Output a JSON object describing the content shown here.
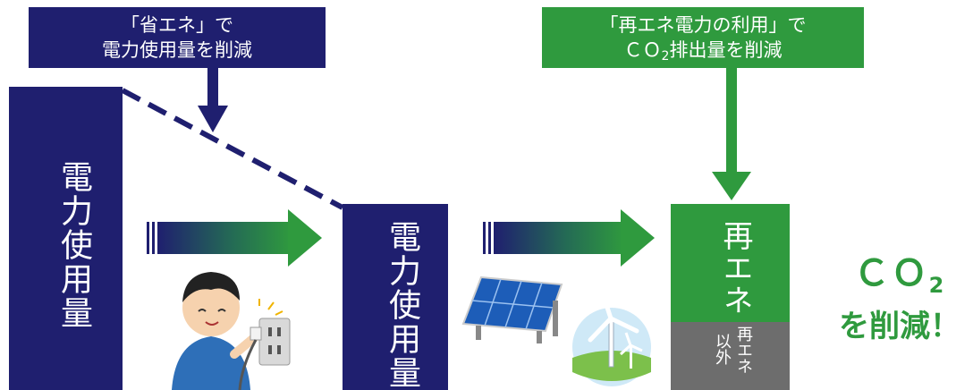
{
  "callout_left": {
    "line1": "「省エネ」で",
    "line2": "電力使用量を削減"
  },
  "callout_right": {
    "line1": "「再エネ電力の利用」で",
    "line2_a": "ＣＯ",
    "line2_sub": "2",
    "line2_b": "排出量を削減"
  },
  "bar_before": {
    "label": "電力使用量"
  },
  "bar_after": {
    "label": "電力使用量"
  },
  "renew_box": {
    "top_label": "再エネ",
    "bottom_label_1": "再エネ",
    "bottom_label_2": "以外"
  },
  "result": {
    "line1_a": "ＣＯ",
    "line1_sub": "2",
    "line2": "を削減！"
  },
  "colors": {
    "navy": "#1f1f6f",
    "green": "#2f9a3e",
    "gray": "#6d6d6d"
  },
  "icons": [
    "person-plug-illustration-icon",
    "solar-panel-icon",
    "wind-turbine-icon"
  ]
}
